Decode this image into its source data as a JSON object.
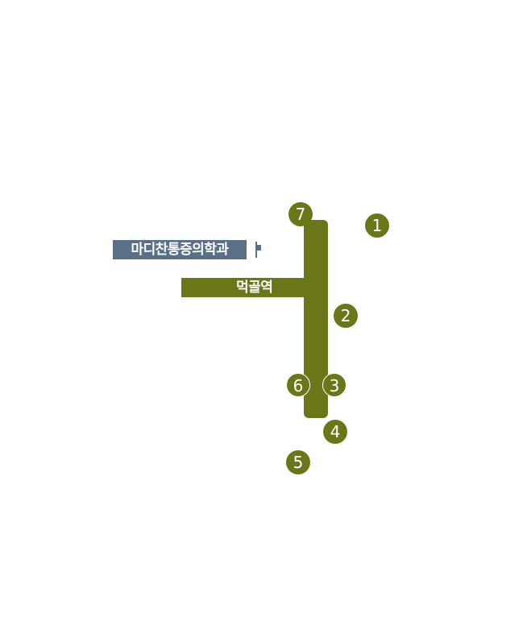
{
  "colors": {
    "road": "#6b7619",
    "exit": "#6b7619",
    "clinic_label_bg": "#5a7089",
    "text": "#ffffff"
  },
  "station": {
    "name": "먹골역"
  },
  "clinic": {
    "name": "마디찬통증의학과",
    "pin_icon": "map-pin-icon"
  },
  "exits": [
    {
      "number": "7"
    },
    {
      "number": "1"
    },
    {
      "number": "2"
    },
    {
      "number": "6"
    },
    {
      "number": "3"
    },
    {
      "number": "4"
    },
    {
      "number": "5"
    }
  ]
}
